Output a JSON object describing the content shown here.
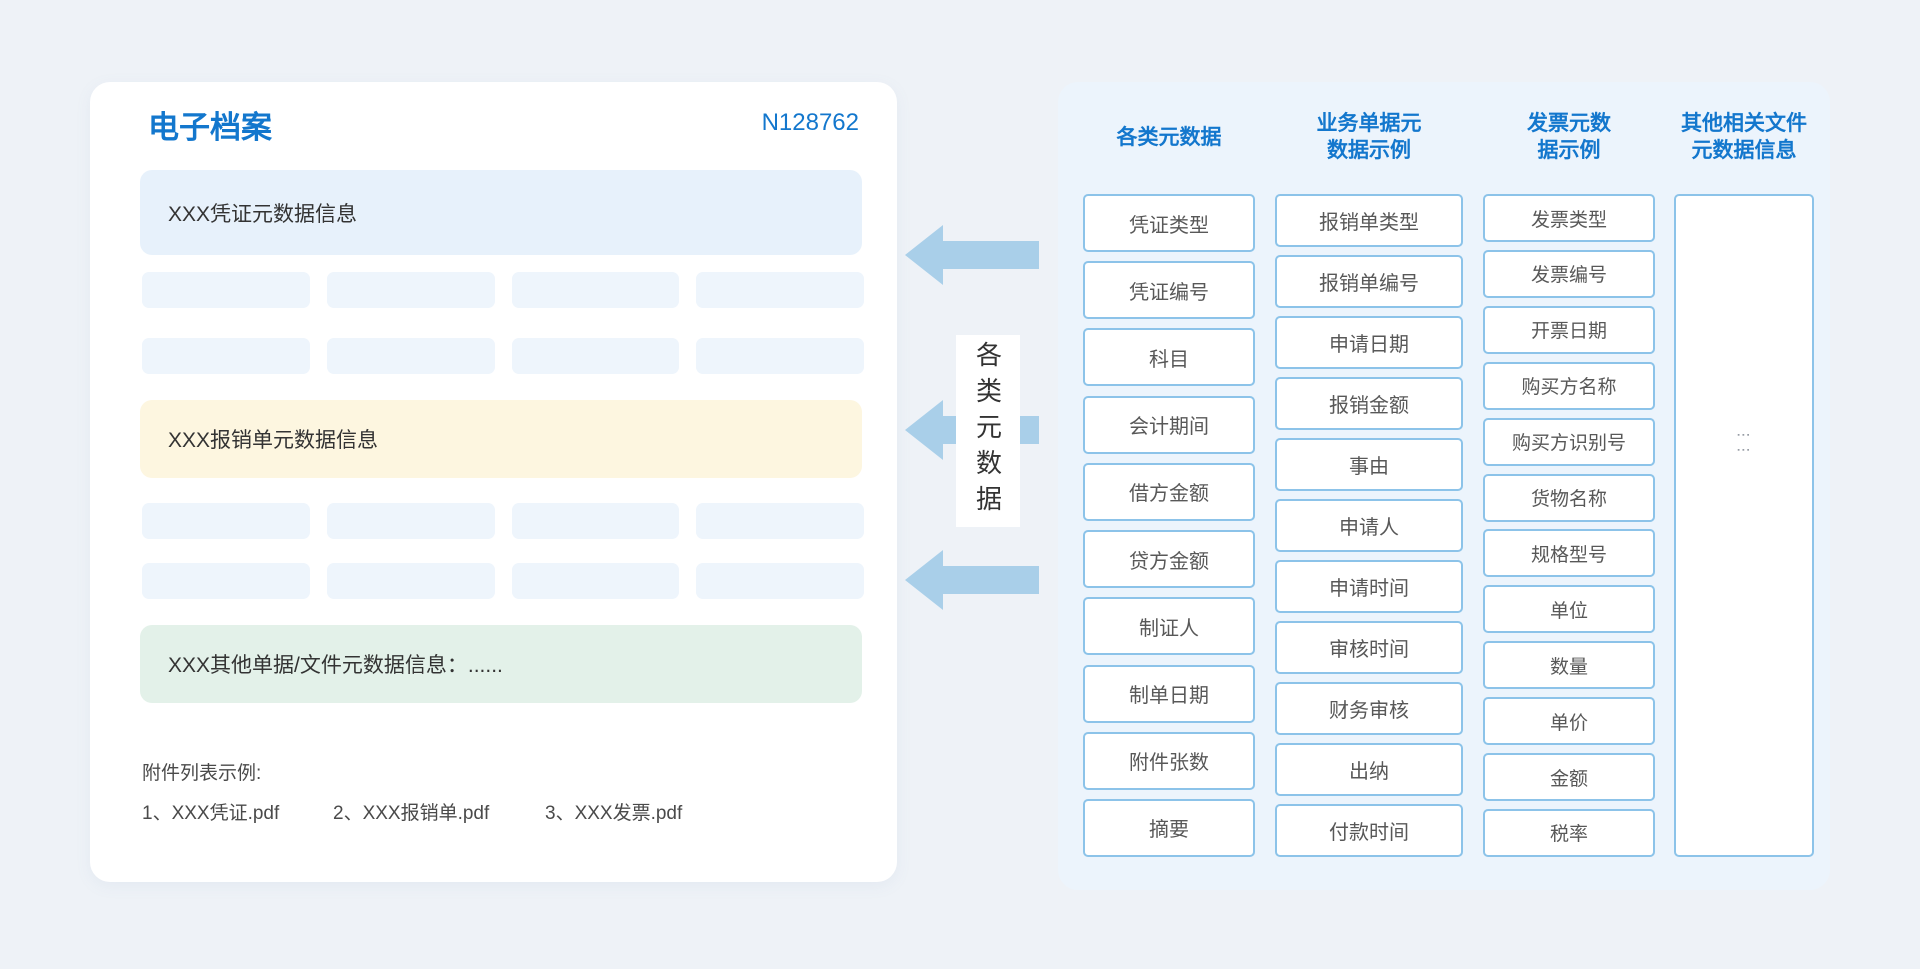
{
  "archive_card": {
    "title": "电子档案",
    "doc_number": "N128762",
    "sections": {
      "voucher": {
        "label": "XXX凭证元数据信息"
      },
      "reimbursement": {
        "label": "XXX报销单元数据信息"
      },
      "other": {
        "label": "XXX其他单据/文件元数据信息：......"
      }
    },
    "attachments": {
      "label": "附件列表示例:",
      "items": [
        "1、XXX凭证.pdf",
        "2、XXX报销单.pdf",
        "3、XXX发票.pdf"
      ]
    }
  },
  "flow": {
    "label": "各类元数据"
  },
  "metadata_panel": {
    "columns": [
      {
        "header": "各类元数据",
        "items": [
          "凭证类型",
          "凭证编号",
          "科目",
          "会计期间",
          "借方金额",
          "贷方金额",
          "制证人",
          "制单日期",
          "附件张数",
          "摘要"
        ]
      },
      {
        "header": "业务单据元\n数据示例",
        "items": [
          "报销单类型",
          "报销单编号",
          "申请日期",
          "报销金额",
          "事由",
          "申请人",
          "申请时间",
          "审核时间",
          "财务审核",
          "出纳",
          "付款时间"
        ]
      },
      {
        "header": "发票元数\n据示例",
        "items": [
          "发票类型",
          "发票编号",
          "开票日期",
          "购买方名称",
          "购买方识别号",
          "货物名称",
          "规格型号",
          "单位",
          "数量",
          "单价",
          "金额",
          "税率"
        ]
      },
      {
        "header": "其他相关文件\n元数据信息",
        "items": [],
        "more_indicator": "⋮⋮"
      }
    ]
  },
  "colors": {
    "page_bg": "#eef2f7",
    "accent_blue": "#1377cd",
    "panel_bg": "#ecf4fc",
    "box_border": "#8cc3e9",
    "arrow": "#a9cfe9",
    "section_voucher_bg": "#e7f1fb",
    "section_reimbursement_bg": "#fdf6e0",
    "section_other_bg": "#e3f1e9",
    "placeholder_bg": "#eef5fc"
  }
}
